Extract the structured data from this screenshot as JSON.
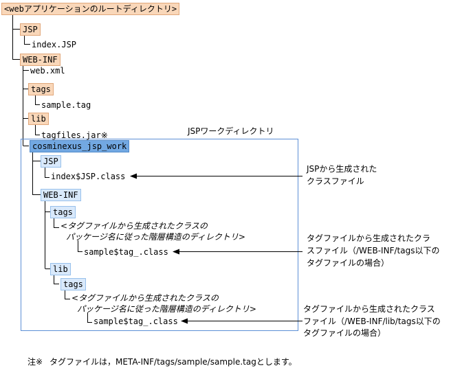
{
  "root": "<webアプリケーションのルートディレクトリ>",
  "jsp_dir": "JSP",
  "index_jsp": "index.JSP",
  "webinf": "WEB-INF",
  "web_xml": "web.xml",
  "tags_dir": "tags",
  "sample_tag": "sample.tag",
  "lib_dir": "lib",
  "tagfiles_jar": "tagfiles.jar※",
  "work_title": "JSPワークディレクトリ",
  "work_dir": "cosminexus_jsp_work",
  "work_jsp": "JSP",
  "index_class": "index$JSP.class",
  "work_webinf": "WEB-INF",
  "work_tags": "tags",
  "hier1_line1": "<タグファイルから生成されたクラスの",
  "hier1_line2": "パッケージ名に従った階層構造のディレクトリ>",
  "sample_class1": "sample$tag_.class",
  "work_lib": "lib",
  "work_lib_tags": "tags",
  "hier2_line1": "<タグファイルから生成されたクラスの",
  "hier2_line2": "パッケージ名に従った階層構造のディレクトリ>",
  "sample_class2": "sample$tag_.class",
  "label_jsp": [
    "JSPから生成された",
    "クラスファイル"
  ],
  "label_tags": [
    "タグファイルから生成されたクラ",
    "スファイル（/WEB-INF/tags以下の",
    "タグファイルの場合）"
  ],
  "label_lib": [
    "タグファイルから生成されたクラス",
    "ファイル（/WEB-INF/lib/tags以下の",
    "タグファイルの場合）"
  ],
  "footnote_mark": "注※",
  "footnote_text": "タグファイルは，META-INF/tags/sample/sample.tagとします。",
  "colors": {
    "orange_fill": "#f9d7b9",
    "blue_fill": "#d9e9fb",
    "dark_blue_fill": "#72a8e2",
    "box_border": "#5b8fd6"
  }
}
